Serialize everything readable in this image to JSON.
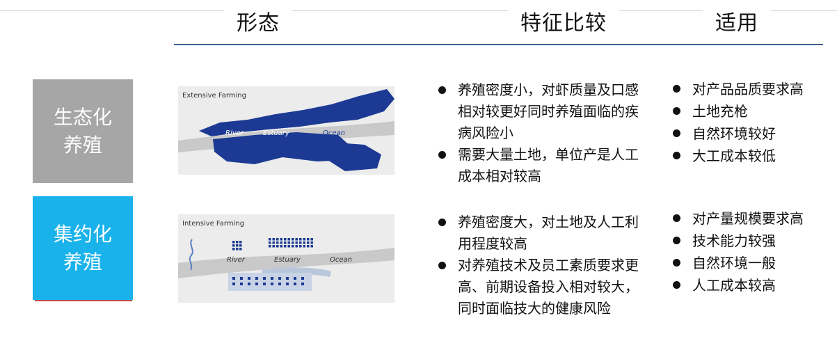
{
  "header": {
    "form": "形态",
    "comparison": "特征比较",
    "applicable": "适用"
  },
  "rows": [
    {
      "label_line1": "生态化",
      "label_line2": "养殖",
      "label_color": "#a6a6a6",
      "figure": {
        "title": "Extensive Farming",
        "labels": [
          "River",
          "Estuary",
          "Ocean"
        ]
      },
      "features": [
        "养殖密度小，对虾质量及口感相对较更好同时养殖面临的疾病风险小",
        "需要大量土地，单位产是人工成本相对较高"
      ],
      "applicable": [
        "对产品品质要求高",
        "土地充枪",
        "自然环境较好",
        "大工成本较低"
      ]
    },
    {
      "label_line1": "集约化",
      "label_line2": "养殖",
      "label_color": "#19b2ea",
      "figure": {
        "title": "Intensive Farming",
        "labels": [
          "River",
          "Estuary",
          "Ocean"
        ]
      },
      "features": [
        "养殖密度大，对土地及人工利用程度较高",
        "对养殖技术及员工素质要求更高、前期设备投入相对较大，同时面临技大的健康风险"
      ],
      "applicable": [
        "对产量规模要求高",
        "技术能力较强",
        "自然环境一般",
        "人工成本较高"
      ]
    }
  ]
}
